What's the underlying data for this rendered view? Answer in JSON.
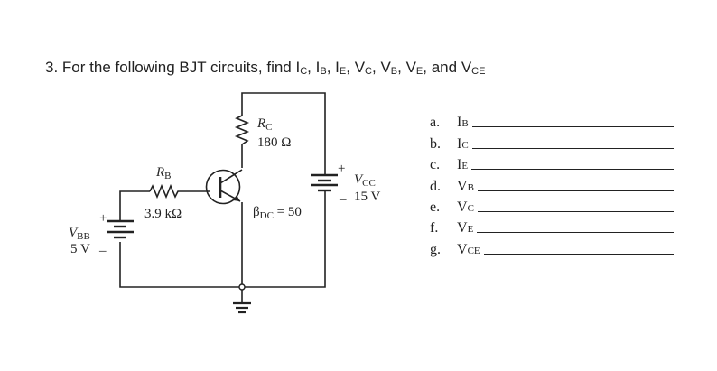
{
  "question": {
    "number": "3.",
    "text_prefix": "For the following BJT circuits, find ",
    "quantities": [
      {
        "base": "I",
        "sub": "C"
      },
      {
        "base": "I",
        "sub": "B"
      },
      {
        "base": "I",
        "sub": "E"
      },
      {
        "base": "V",
        "sub": "C"
      },
      {
        "base": "V",
        "sub": "B"
      },
      {
        "base": "V",
        "sub": "E"
      },
      {
        "base": "V",
        "sub": "CE"
      }
    ],
    "q1": "I",
    "q1s": "C",
    "q2": "I",
    "q2s": "B",
    "q3": "I",
    "q3s": "E",
    "q4": "V",
    "q4s": "C",
    "q5": "V",
    "q5s": "B",
    "q6": "V",
    "q6s": "E",
    "q7": "V",
    "q7s": "CE",
    "sep": ", ",
    "and": ", and "
  },
  "circuit": {
    "rc": {
      "symbol": "R",
      "sub": "C",
      "value": "180 Ω"
    },
    "rb": {
      "symbol": "R",
      "sub": "B",
      "value": "3.9 kΩ"
    },
    "vcc": {
      "symbol": "V",
      "sub": "CC",
      "value": "15 V",
      "plus": "+",
      "minus": "–"
    },
    "vbb": {
      "symbol": "V",
      "sub": "BB",
      "value": "5 V",
      "plus": "+",
      "minus": "–"
    },
    "beta": {
      "symbol": "β",
      "sub": "DC",
      "eq": " = 50"
    }
  },
  "answers": [
    {
      "letter": "a.",
      "base": "I",
      "sub": "B"
    },
    {
      "letter": "b.",
      "base": "I",
      "sub": "C"
    },
    {
      "letter": "c.",
      "base": "I",
      "sub": "E"
    },
    {
      "letter": "d.",
      "base": "V",
      "sub": "B"
    },
    {
      "letter": "e.",
      "base": "V",
      "sub": "C"
    },
    {
      "letter": "f.",
      "base": "V",
      "sub": "E"
    },
    {
      "letter": "g.",
      "base": "V",
      "sub": "CE"
    }
  ]
}
